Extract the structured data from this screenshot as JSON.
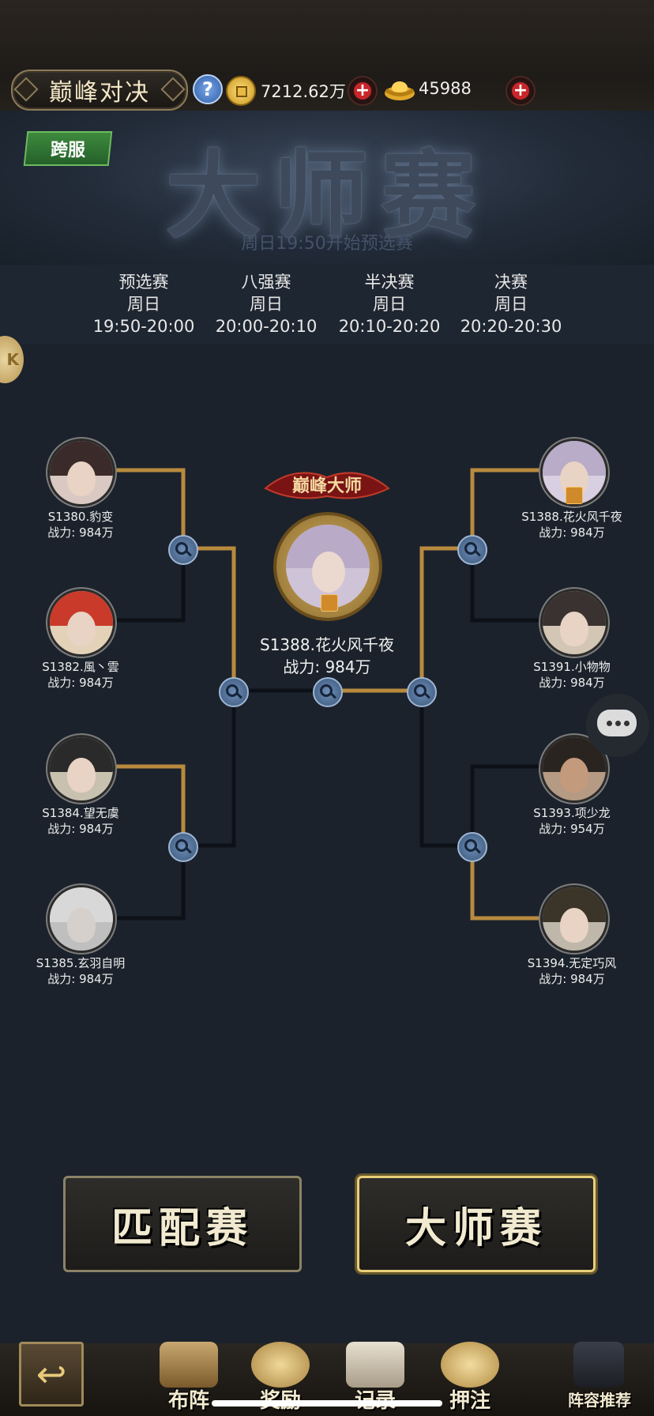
{
  "header": {
    "title": "巅峰对决",
    "coins": "7212.62万",
    "ingots": "45988"
  },
  "banner": {
    "title": "大师赛",
    "subtitle": "周日19:50开始预选赛",
    "cross_server": "跨服"
  },
  "schedule": [
    {
      "name": "预选赛",
      "day": "周日",
      "time": "19:50-20:00"
    },
    {
      "name": "八强赛",
      "day": "周日",
      "time": "20:00-20:10"
    },
    {
      "name": "半决赛",
      "day": "周日",
      "time": "20:10-20:20"
    },
    {
      "name": "决赛",
      "day": "周日",
      "time": "20:20-20:30"
    }
  ],
  "side_badge": "K",
  "bracket": {
    "left": [
      {
        "name": "S1380.豹变",
        "power": "战力: 984万"
      },
      {
        "name": "S1382.風丶雲",
        "power": "战力: 984万"
      },
      {
        "name": "S1384.望无虞",
        "power": "战力: 984万"
      },
      {
        "name": "S1385.玄羽自明",
        "power": "战力: 984万"
      }
    ],
    "right": [
      {
        "name": "S1388.花火风千夜",
        "power": "战力: 984万"
      },
      {
        "name": "S1391.小物物",
        "power": "战力: 984万"
      },
      {
        "name": "S1393.项少龙",
        "power": "战力: 954万"
      },
      {
        "name": "S1394.无定巧风",
        "power": "战力: 984万"
      }
    ],
    "champion": {
      "logo": "巅峰大师",
      "name": "S1388.花火风千夜",
      "power": "战力: 984万"
    }
  },
  "modes": {
    "match": "匹配赛",
    "master": "大师赛"
  },
  "nav": [
    {
      "label": "布阵"
    },
    {
      "label": "奖励"
    },
    {
      "label": "记录"
    },
    {
      "label": "押注"
    },
    {
      "label": "阵容推荐"
    }
  ],
  "colors": {
    "bracket_winner": "#b88a3e",
    "bracket_loser": "#0d1117",
    "mode_active_border": "#e8cf7a"
  }
}
